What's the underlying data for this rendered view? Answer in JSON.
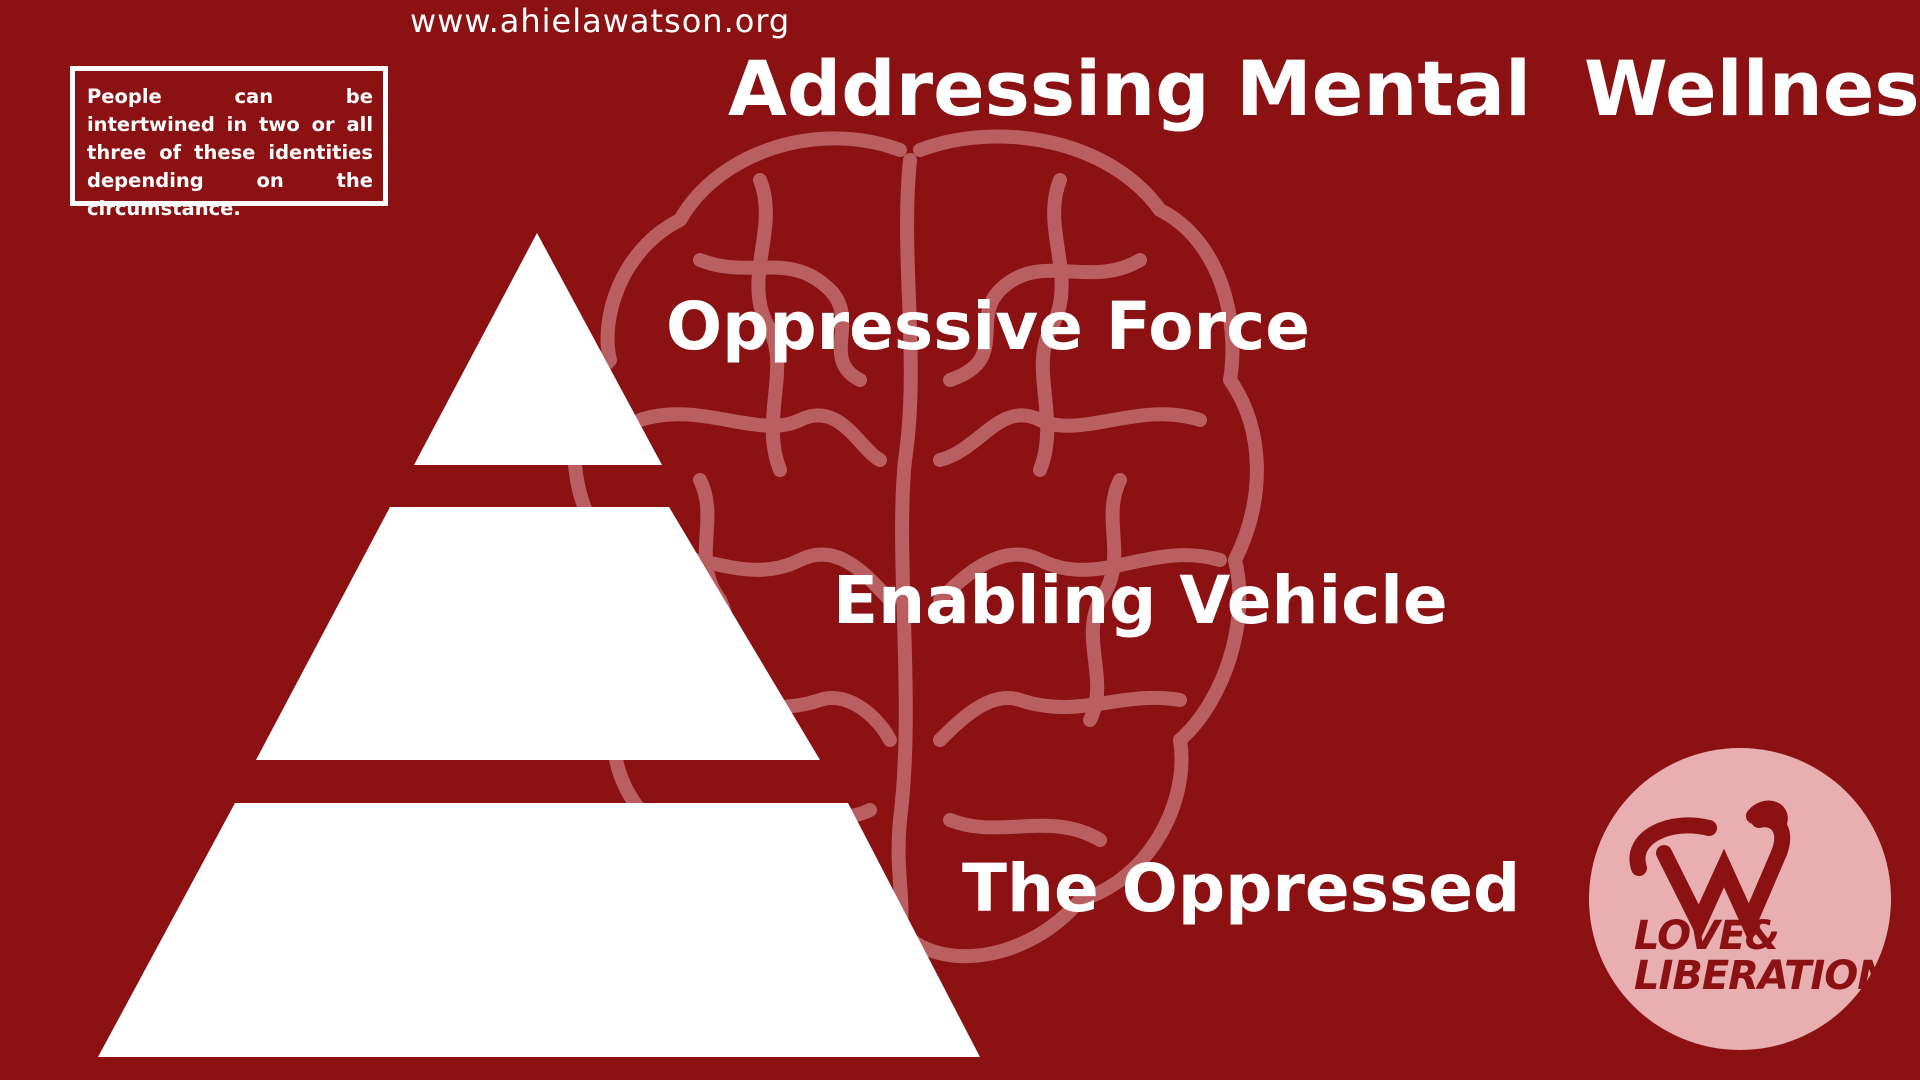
{
  "colors": {
    "background": "#8b1113",
    "foreground": "#ffffff",
    "brain_outline": "#c97a7c",
    "logo_circle": "#e8aeb0",
    "logo_ink": "#8b1113"
  },
  "header": {
    "url": "www.ahielawatson.org",
    "title": "Addressing Mental  Wellness"
  },
  "note": {
    "text": "People can be intertwined in two or all three of these identities depending on the circumstance."
  },
  "pyramid": {
    "tiers": [
      {
        "label": "Oppressive Force"
      },
      {
        "label": "Enabling Vehicle"
      },
      {
        "label": "The Oppressed"
      }
    ]
  },
  "background_image": {
    "icon": "brain-icon"
  },
  "logo": {
    "icon": "love-liberation-logo",
    "line1": "LOVE&",
    "line2": "LIBERATION"
  }
}
